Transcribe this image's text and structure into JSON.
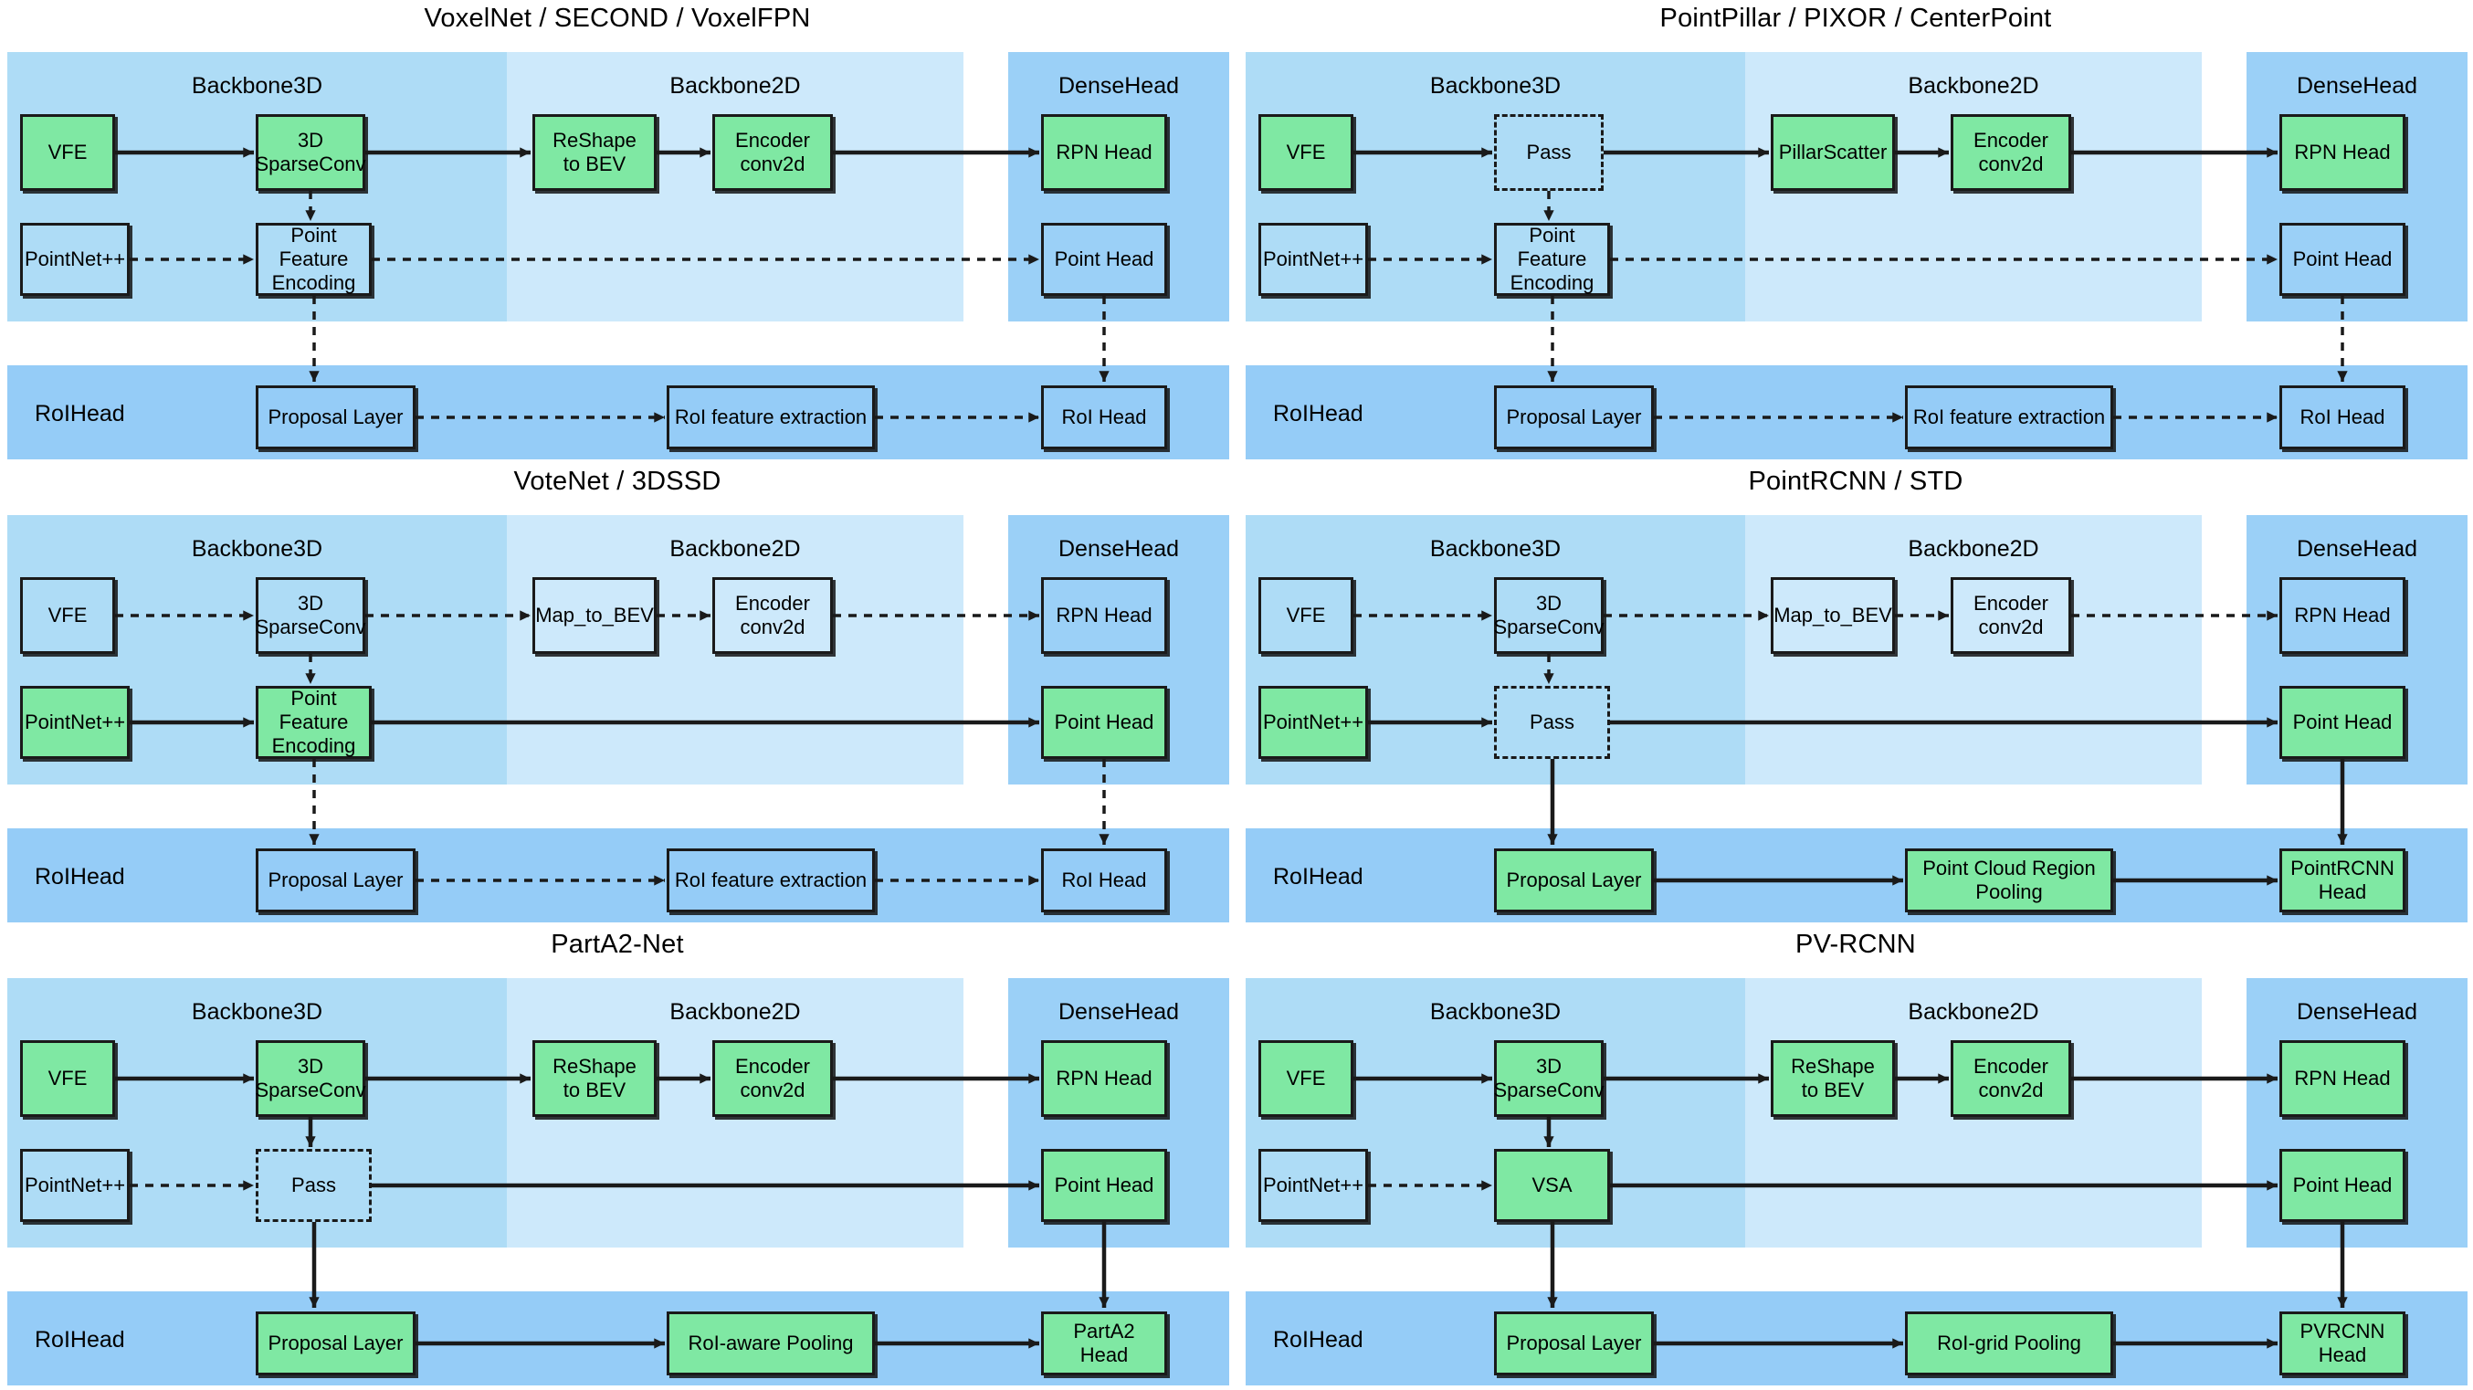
{
  "colors": {
    "backbone3d_band": "#AEDCF6",
    "backbone2d_band": "#CDE9FB",
    "densehead_band": "#9BD0F7",
    "roihead_band": "#95CCF7",
    "active_node": "#7FE8A3",
    "border": "#1A1A1A",
    "page_background": "#FFFFFF"
  },
  "labels": {
    "backbone3d": "Backbone3D",
    "backbone2d": "Backbone2D",
    "densehead": "DenseHead",
    "roihead": "RoIHead"
  },
  "panels": [
    {
      "id": "voxelnet",
      "title": "VoxelNet / SECOND / VoxelFPN",
      "nodes": {
        "vfe": {
          "label": "VFE",
          "style": "green"
        },
        "mid": {
          "label": "3D\nSparseConv",
          "style": "green"
        },
        "pointnet": {
          "label": "PointNet++",
          "style": "plain"
        },
        "pfe": {
          "label": "Point Feature\nEncoding",
          "style": "plain"
        },
        "bev": {
          "label": "ReShape\nto BEV",
          "style": "green"
        },
        "enc": {
          "label": "Encoder\nconv2d",
          "style": "green"
        },
        "rpn": {
          "label": "RPN Head",
          "style": "green"
        },
        "point_head": {
          "label": "Point Head",
          "style": "plain"
        },
        "proposal": {
          "label": "Proposal Layer",
          "style": "plain"
        },
        "pool": {
          "label": "RoI feature extraction",
          "style": "plain"
        },
        "roi_head": {
          "label": "RoI Head",
          "style": "plain"
        }
      },
      "edges": {
        "vfe_mid": "solid",
        "mid_bev": "solid",
        "bev_enc": "solid",
        "enc_rpn": "solid",
        "mid_pfe": "dashed",
        "pointnet_pfe": "dashed",
        "pfe_pointhead": "dashed",
        "pfe_proposal": "dashed",
        "pointhead_roihead": "dashed",
        "proposal_pool": "dashed",
        "pool_roihead": "dashed"
      }
    },
    {
      "id": "pointpillar",
      "title": "PointPillar / PIXOR / CenterPoint",
      "nodes": {
        "vfe": {
          "label": "VFE",
          "style": "green"
        },
        "mid": {
          "label": "Pass",
          "style": "dashed"
        },
        "pointnet": {
          "label": "PointNet++",
          "style": "plain"
        },
        "pfe": {
          "label": "Point Feature\nEncoding",
          "style": "plain"
        },
        "bev": {
          "label": "PillarScatter",
          "style": "green"
        },
        "enc": {
          "label": "Encoder\nconv2d",
          "style": "green"
        },
        "rpn": {
          "label": "RPN Head",
          "style": "green"
        },
        "point_head": {
          "label": "Point Head",
          "style": "plain"
        },
        "proposal": {
          "label": "Proposal Layer",
          "style": "plain"
        },
        "pool": {
          "label": "RoI feature extraction",
          "style": "plain"
        },
        "roi_head": {
          "label": "RoI Head",
          "style": "plain"
        }
      },
      "edges": {
        "vfe_mid": "solid",
        "mid_bev": "solid",
        "bev_enc": "solid",
        "enc_rpn": "solid",
        "mid_pfe": "dashed",
        "pointnet_pfe": "dashed",
        "pfe_pointhead": "dashed",
        "pfe_proposal": "dashed",
        "pointhead_roihead": "dashed",
        "proposal_pool": "dashed",
        "pool_roihead": "dashed"
      }
    },
    {
      "id": "votenet",
      "title": "VoteNet / 3DSSD",
      "nodes": {
        "vfe": {
          "label": "VFE",
          "style": "plain"
        },
        "mid": {
          "label": "3D\nSparseConv",
          "style": "plain"
        },
        "pointnet": {
          "label": "PointNet++",
          "style": "green"
        },
        "pfe": {
          "label": "Point Feature\nEncoding",
          "style": "green"
        },
        "bev": {
          "label": "Map_to_BEV",
          "style": "plain"
        },
        "enc": {
          "label": "Encoder\nconv2d",
          "style": "plain"
        },
        "rpn": {
          "label": "RPN Head",
          "style": "plain"
        },
        "point_head": {
          "label": "Point Head",
          "style": "green"
        },
        "proposal": {
          "label": "Proposal Layer",
          "style": "plain"
        },
        "pool": {
          "label": "RoI feature extraction",
          "style": "plain"
        },
        "roi_head": {
          "label": "RoI Head",
          "style": "plain"
        }
      },
      "edges": {
        "vfe_mid": "dashed",
        "mid_bev": "dashed",
        "bev_enc": "dashed",
        "enc_rpn": "dashed",
        "mid_pfe": "dashed",
        "pointnet_pfe": "solid",
        "pfe_pointhead": "solid",
        "pfe_proposal": "dashed",
        "pointhead_roihead": "dashed",
        "proposal_pool": "dashed",
        "pool_roihead": "dashed"
      }
    },
    {
      "id": "pointrcnn",
      "title": "PointRCNN / STD",
      "nodes": {
        "vfe": {
          "label": "VFE",
          "style": "plain"
        },
        "mid": {
          "label": "3D\nSparseConv",
          "style": "plain"
        },
        "pointnet": {
          "label": "PointNet++",
          "style": "green"
        },
        "pfe": {
          "label": "Pass",
          "style": "dashed"
        },
        "bev": {
          "label": "Map_to_BEV",
          "style": "plain"
        },
        "enc": {
          "label": "Encoder\nconv2d",
          "style": "plain"
        },
        "rpn": {
          "label": "RPN Head",
          "style": "plain"
        },
        "point_head": {
          "label": "Point Head",
          "style": "green"
        },
        "proposal": {
          "label": "Proposal Layer",
          "style": "green"
        },
        "pool": {
          "label": "Point Cloud Region\nPooling",
          "style": "green"
        },
        "roi_head": {
          "label": "PointRCNN\nHead",
          "style": "green"
        }
      },
      "edges": {
        "vfe_mid": "dashed",
        "mid_bev": "dashed",
        "bev_enc": "dashed",
        "enc_rpn": "dashed",
        "mid_pfe": "dashed",
        "pointnet_pfe": "solid",
        "pfe_pointhead": "solid",
        "pfe_proposal": "solid",
        "pointhead_roihead": "solid",
        "proposal_pool": "solid",
        "pool_roihead": "solid"
      }
    },
    {
      "id": "parta2",
      "title": "PartA2-Net",
      "nodes": {
        "vfe": {
          "label": "VFE",
          "style": "green"
        },
        "mid": {
          "label": "3D\nSparseConv",
          "style": "green"
        },
        "pointnet": {
          "label": "PointNet++",
          "style": "plain"
        },
        "pfe": {
          "label": "Pass",
          "style": "dashed"
        },
        "bev": {
          "label": "ReShape\nto BEV",
          "style": "green"
        },
        "enc": {
          "label": "Encoder\nconv2d",
          "style": "green"
        },
        "rpn": {
          "label": "RPN Head",
          "style": "green"
        },
        "point_head": {
          "label": "Point Head",
          "style": "green"
        },
        "proposal": {
          "label": "Proposal Layer",
          "style": "green"
        },
        "pool": {
          "label": "RoI-aware Pooling",
          "style": "green"
        },
        "roi_head": {
          "label": "PartA2 Head",
          "style": "green"
        }
      },
      "edges": {
        "vfe_mid": "solid",
        "mid_bev": "solid",
        "bev_enc": "solid",
        "enc_rpn": "solid",
        "mid_pfe": "solid",
        "pointnet_pfe": "dashed",
        "pfe_pointhead": "solid",
        "pfe_proposal": "solid",
        "pointhead_roihead": "solid",
        "proposal_pool": "solid",
        "pool_roihead": "solid"
      }
    },
    {
      "id": "pvrcnn",
      "title": "PV-RCNN",
      "nodes": {
        "vfe": {
          "label": "VFE",
          "style": "green"
        },
        "mid": {
          "label": "3D\nSparseConv",
          "style": "green"
        },
        "pointnet": {
          "label": "PointNet++",
          "style": "plain"
        },
        "pfe": {
          "label": "VSA",
          "style": "green"
        },
        "bev": {
          "label": "ReShape\nto BEV",
          "style": "green"
        },
        "enc": {
          "label": "Encoder\nconv2d",
          "style": "green"
        },
        "rpn": {
          "label": "RPN Head",
          "style": "green"
        },
        "point_head": {
          "label": "Point Head",
          "style": "green"
        },
        "proposal": {
          "label": "Proposal Layer",
          "style": "green"
        },
        "pool": {
          "label": "RoI-grid Pooling",
          "style": "green"
        },
        "roi_head": {
          "label": "PVRCNN\nHead",
          "style": "green"
        }
      },
      "edges": {
        "vfe_mid": "solid",
        "mid_bev": "solid",
        "bev_enc": "solid",
        "enc_rpn": "solid",
        "mid_pfe": "solid",
        "pointnet_pfe": "dashed",
        "pfe_pointhead": "solid",
        "pfe_proposal": "solid",
        "pointhead_roihead": "solid",
        "proposal_pool": "solid",
        "pool_roihead": "solid"
      }
    }
  ]
}
